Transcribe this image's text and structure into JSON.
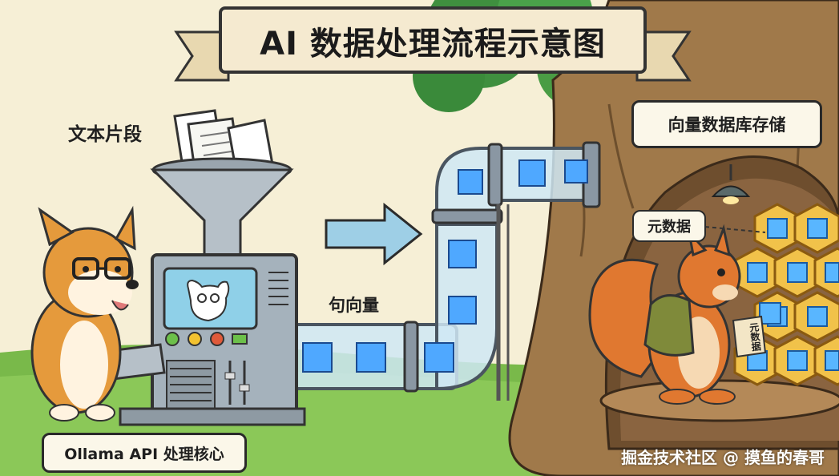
{
  "title": "AI 数据处理流程示意图",
  "labels": {
    "text_chunks": "文本片段",
    "sentence_vector": "句向量",
    "vector_db": "向量数据库存储",
    "metadata": "元数据",
    "tag": "元数据",
    "core": "Ollama API 处理核心"
  },
  "watermark": "掘金技术社区 @ 摸鱼的春哥"
}
